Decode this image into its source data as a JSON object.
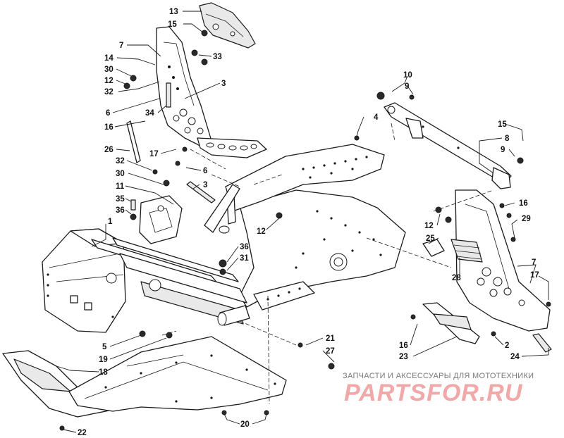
{
  "diagram": {
    "callouts": [
      {
        "id": "c-13a",
        "text": "13"
      },
      {
        "id": "c-15a",
        "text": "15"
      },
      {
        "id": "c-7a",
        "text": "7"
      },
      {
        "id": "c-14",
        "text": "14"
      },
      {
        "id": "c-33",
        "text": "33"
      },
      {
        "id": "c-30a",
        "text": "30"
      },
      {
        "id": "c-12a",
        "text": "12"
      },
      {
        "id": "c-32a",
        "text": "32"
      },
      {
        "id": "c-3a",
        "text": "3"
      },
      {
        "id": "c-6a",
        "text": "6"
      },
      {
        "id": "c-34",
        "text": "34"
      },
      {
        "id": "c-16a",
        "text": "16"
      },
      {
        "id": "c-26",
        "text": "26"
      },
      {
        "id": "c-17a",
        "text": "17"
      },
      {
        "id": "c-32b",
        "text": "32"
      },
      {
        "id": "c-6b",
        "text": "6"
      },
      {
        "id": "c-30b",
        "text": "30"
      },
      {
        "id": "c-3b",
        "text": "3"
      },
      {
        "id": "c-11",
        "text": "11"
      },
      {
        "id": "c-35",
        "text": "35"
      },
      {
        "id": "c-36a",
        "text": "36"
      },
      {
        "id": "c-1",
        "text": "1"
      },
      {
        "id": "c-12b",
        "text": "12"
      },
      {
        "id": "c-36b",
        "text": "36"
      },
      {
        "id": "c-31",
        "text": "31"
      },
      {
        "id": "c-10",
        "text": "10"
      },
      {
        "id": "c-9a",
        "text": "9"
      },
      {
        "id": "c-4",
        "text": "4"
      },
      {
        "id": "c-15b",
        "text": "15"
      },
      {
        "id": "c-8",
        "text": "8"
      },
      {
        "id": "c-9b",
        "text": "9"
      },
      {
        "id": "c-16b",
        "text": "16"
      },
      {
        "id": "c-29",
        "text": "29"
      },
      {
        "id": "c-12c",
        "text": "12"
      },
      {
        "id": "c-25",
        "text": "25"
      },
      {
        "id": "c-28",
        "text": "28"
      },
      {
        "id": "c-7b",
        "text": "7"
      },
      {
        "id": "c-17b",
        "text": "17"
      },
      {
        "id": "c-5",
        "text": "5"
      },
      {
        "id": "c-19",
        "text": "19"
      },
      {
        "id": "c-18",
        "text": "18"
      },
      {
        "id": "c-21",
        "text": "21"
      },
      {
        "id": "c-27",
        "text": "27"
      },
      {
        "id": "c-16c",
        "text": "16"
      },
      {
        "id": "c-23",
        "text": "23"
      },
      {
        "id": "c-2",
        "text": "2"
      },
      {
        "id": "c-24",
        "text": "24"
      },
      {
        "id": "c-20",
        "text": "20"
      },
      {
        "id": "c-22",
        "text": "22"
      }
    ]
  },
  "watermark": {
    "tagline": "ЗАПЧАСТИ И АКСЕССУАРЫ ДЛЯ МОТОТЕХНИКИ",
    "logo": "PARTSFOR.RU"
  }
}
